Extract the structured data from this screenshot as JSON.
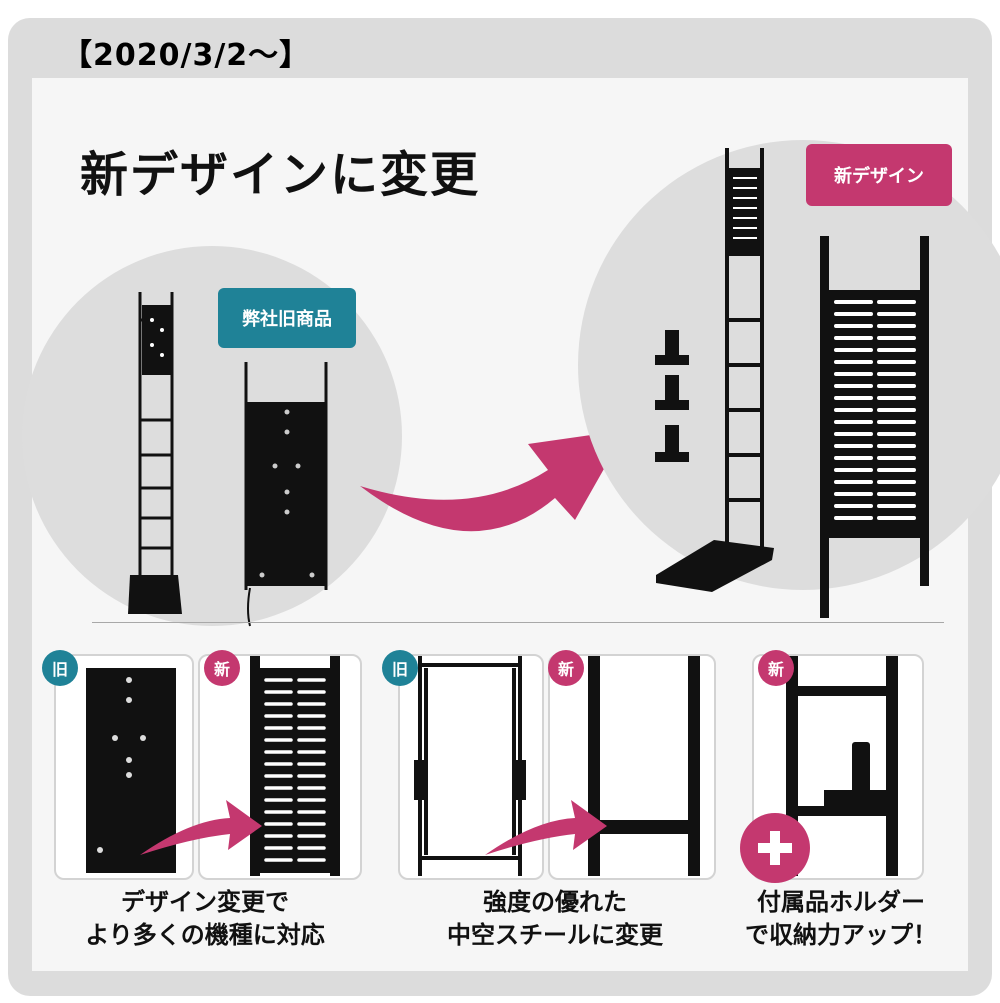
{
  "header": {
    "date_label": "【2020/3/2～】",
    "headline": "新デザインに変更"
  },
  "badges": {
    "old_product": "弊社旧商品",
    "new_design": "新デザイン"
  },
  "tags": {
    "old": "旧",
    "new": "新"
  },
  "captions": {
    "design": [
      "デザイン変更で",
      "より多くの機種に対応"
    ],
    "strength": [
      "強度の優れた",
      "中空スチールに変更"
    ],
    "holder": [
      "付属品ホルダー",
      "で収納力アップ！"
    ]
  },
  "colors": {
    "accent_pink": "#c4386f",
    "accent_teal": "#1f8297",
    "background_gray": "#dcdcdc",
    "product_black": "#111111"
  }
}
